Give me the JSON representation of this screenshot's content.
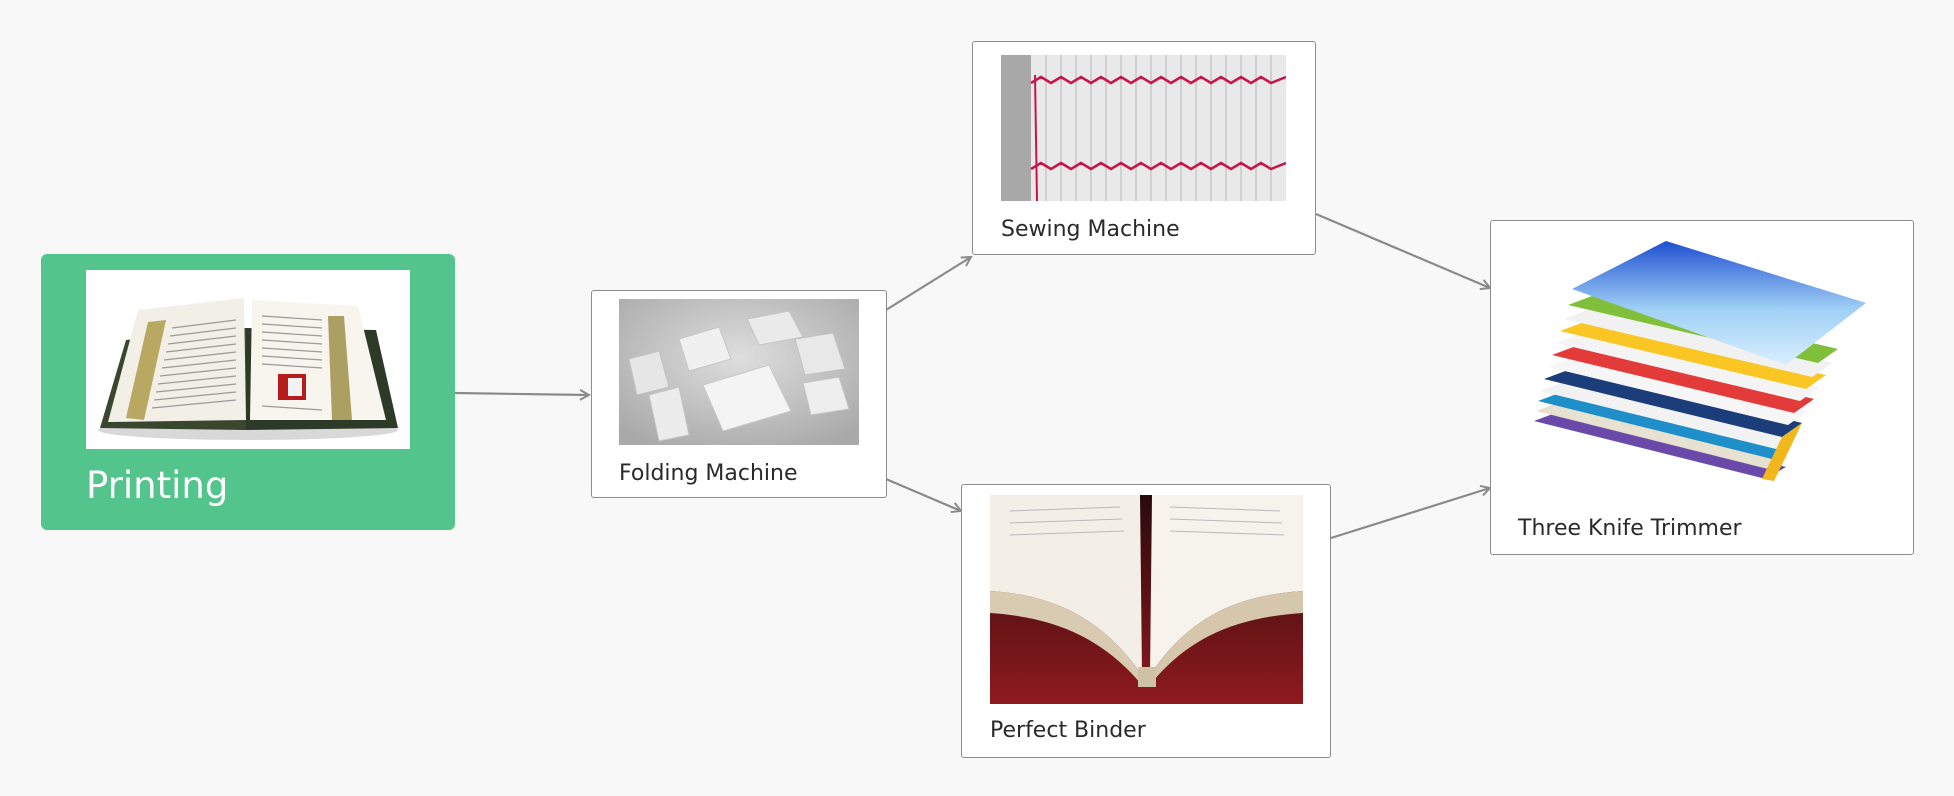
{
  "diagram": {
    "type": "flowchart",
    "colors": {
      "primary_node": "#52c48c",
      "connector": "#8a8a8a",
      "node_border": "#8c8c8c",
      "background": "#f8f8f8"
    },
    "nodes": [
      {
        "id": "printing",
        "label": "Printing",
        "image_icon": "open-book-image",
        "style": "primary"
      },
      {
        "id": "folding",
        "label": "Folding Machine",
        "image_icon": "folded-sheets-image"
      },
      {
        "id": "sewing",
        "label": "Sewing Machine",
        "image_icon": "sewn-book-spine-image"
      },
      {
        "id": "perfect",
        "label": "Perfect Binder",
        "image_icon": "bound-book-pages-image"
      },
      {
        "id": "trimmer",
        "label": "Three Knife Trimmer",
        "image_icon": "stacked-books-image"
      }
    ],
    "edges": [
      {
        "from": "printing",
        "to": "folding"
      },
      {
        "from": "folding",
        "to": "sewing"
      },
      {
        "from": "folding",
        "to": "perfect"
      },
      {
        "from": "sewing",
        "to": "trimmer"
      },
      {
        "from": "perfect",
        "to": "trimmer"
      }
    ]
  }
}
